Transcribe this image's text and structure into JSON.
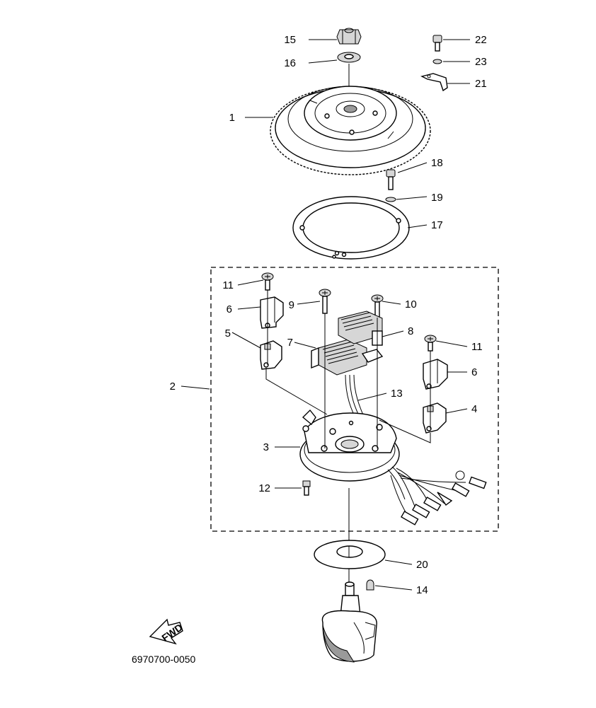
{
  "diagram": {
    "part_code": "6970700-0050",
    "fwd_label": "FWD",
    "callouts": [
      {
        "id": "1",
        "label": "1"
      },
      {
        "id": "2",
        "label": "2"
      },
      {
        "id": "3",
        "label": "3"
      },
      {
        "id": "4",
        "label": "4"
      },
      {
        "id": "5",
        "label": "5"
      },
      {
        "id": "6a",
        "label": "6"
      },
      {
        "id": "6b",
        "label": "6"
      },
      {
        "id": "7",
        "label": "7"
      },
      {
        "id": "8",
        "label": "8"
      },
      {
        "id": "9",
        "label": "9"
      },
      {
        "id": "10",
        "label": "10"
      },
      {
        "id": "11a",
        "label": "11"
      },
      {
        "id": "11b",
        "label": "11"
      },
      {
        "id": "12",
        "label": "12"
      },
      {
        "id": "13",
        "label": "13"
      },
      {
        "id": "14",
        "label": "14"
      },
      {
        "id": "15",
        "label": "15"
      },
      {
        "id": "16",
        "label": "16"
      },
      {
        "id": "17",
        "label": "17"
      },
      {
        "id": "18",
        "label": "18"
      },
      {
        "id": "19",
        "label": "19"
      },
      {
        "id": "20",
        "label": "20"
      },
      {
        "id": "21",
        "label": "21"
      },
      {
        "id": "22",
        "label": "22"
      },
      {
        "id": "23",
        "label": "23"
      }
    ]
  }
}
